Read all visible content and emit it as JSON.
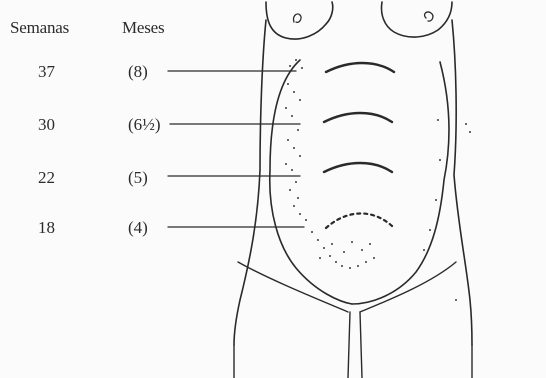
{
  "headers": {
    "weeks": "Semanas",
    "months": "Meses"
  },
  "rows": [
    {
      "weeks": "37",
      "months": "(8)"
    },
    {
      "weeks": "30",
      "months": "(6½)"
    },
    {
      "weeks": "22",
      "months": "(5)"
    },
    {
      "weeks": "18",
      "months": "(4)"
    }
  ],
  "colors": {
    "ink": "#2a2a2a",
    "paper": "#fbfbfb"
  }
}
